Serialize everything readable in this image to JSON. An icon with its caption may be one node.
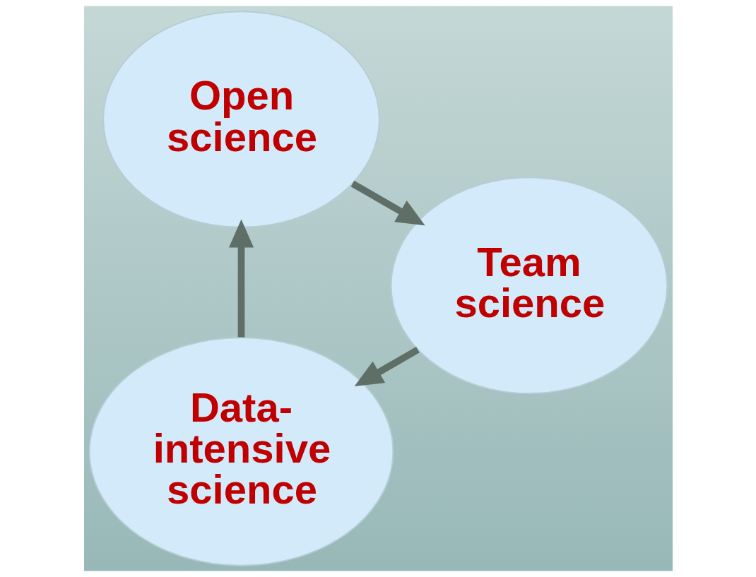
{
  "diagram": {
    "nodes": [
      {
        "text": [
          "Data-intensive science"
        ]
      },
      {
        "text": [
          "Team science"
        ]
      },
      {
        "text": [
          "Open science"
        ]
      }
    ],
    "edges": [
      {
        "from": 1,
        "to": 0,
        "arrow": "to"
      },
      {
        "from": 0,
        "to": 2,
        "arrow": "to"
      },
      {
        "from": 2,
        "to": 1,
        "arrow": "to"
      }
    ]
  }
}
